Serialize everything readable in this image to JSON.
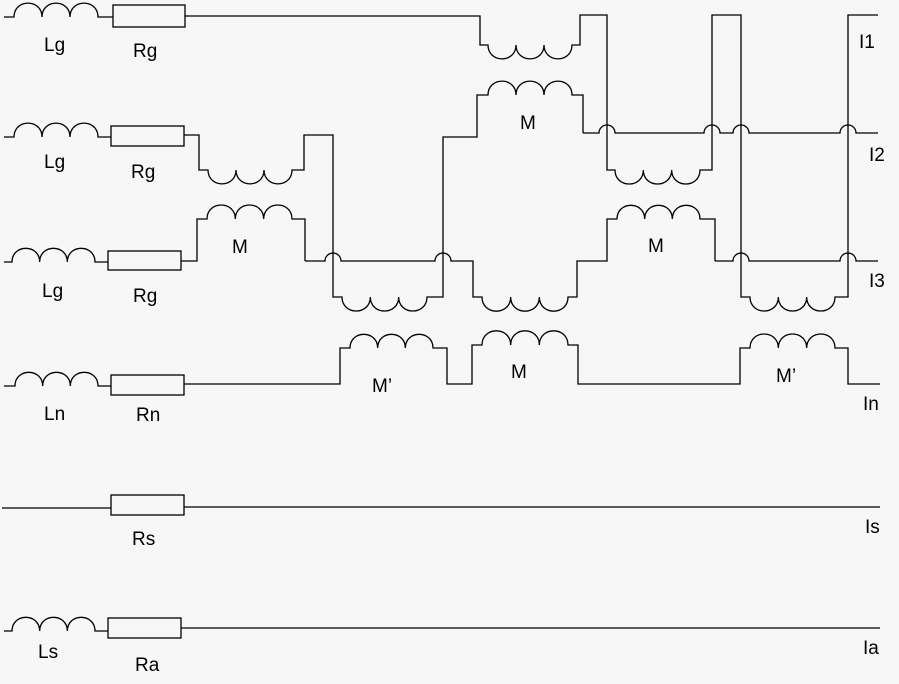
{
  "diagram": {
    "type": "circuit-schematic",
    "description": "Equivalent circuit of three-phase line with neutral, protective and earth conductors, showing self and mutual inductances",
    "background": "#f7f7f7",
    "stroke_color": "#000000"
  },
  "lines": [
    {
      "id": "I1",
      "label": "I1",
      "inductor": "Lg",
      "resistor": "Rg"
    },
    {
      "id": "I2",
      "label": "I2",
      "inductor": "Lg",
      "resistor": "Rg"
    },
    {
      "id": "I3",
      "label": "I3",
      "inductor": "Lg",
      "resistor": "Rg"
    },
    {
      "id": "In",
      "label": "In",
      "inductor": "Ln",
      "resistor": "Rn"
    },
    {
      "id": "Is",
      "label": "Is",
      "inductor": null,
      "resistor": "Rs"
    },
    {
      "id": "Ia",
      "label": "Ia",
      "inductor": "Ls",
      "resistor": "Ra"
    }
  ],
  "mutual_labels": {
    "m_12": "M",
    "m_23": "M",
    "m_13": "M",
    "m_3n": "M",
    "m_1n": "M’",
    "m_2n": "M’"
  }
}
